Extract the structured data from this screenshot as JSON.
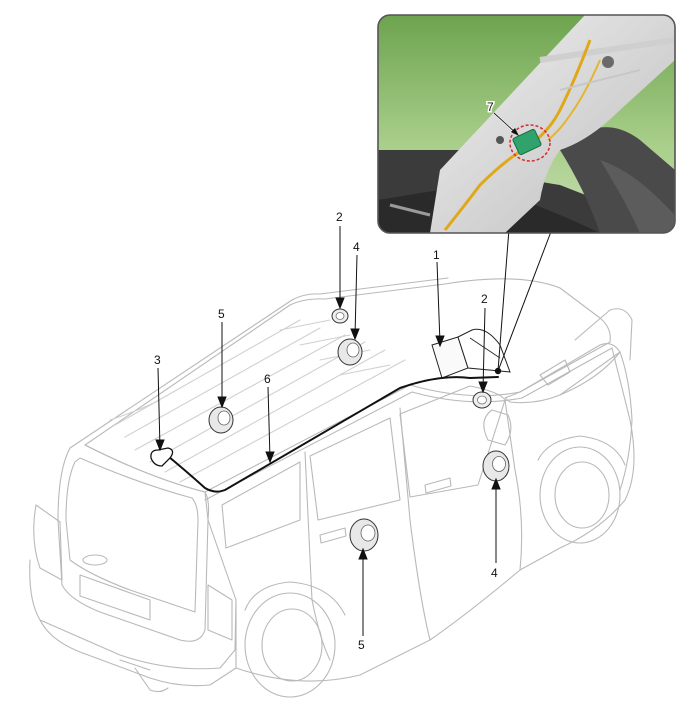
{
  "callouts": {
    "c1": "1",
    "c2a": "2",
    "c2b": "2",
    "c3": "3",
    "c4a": "4",
    "c4b": "4",
    "c5a": "5",
    "c5b": "5",
    "c6": "6",
    "c7": "7"
  },
  "colors": {
    "line_art": "#b7b7b7",
    "harness": "#111111",
    "inset_sky": "#9cc57a",
    "pillar_trim": "#d9d9d9",
    "connector": "#2fa36b",
    "highlight_ring": "#d6333a"
  }
}
